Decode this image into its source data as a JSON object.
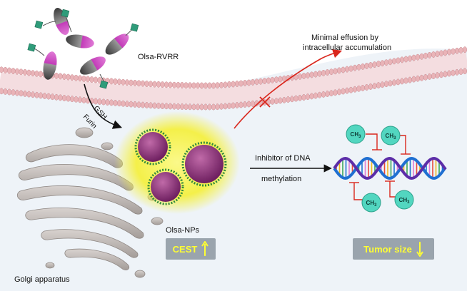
{
  "labels": {
    "prodrug": "Olsa-RVRR",
    "effusion_line1": "Minimal effusion by",
    "effusion_line2": "intracellular accumulation",
    "gsh": "GSH",
    "furin": "Furin",
    "inhibitor_line1": "Inhibitor of DNA",
    "inhibitor_line2": "methylation",
    "nanoparticles": "Olsa-NPs",
    "cest": "CEST",
    "tumor": "Tumor size",
    "golgi": "Golgi apparatus",
    "methyl": "CH3"
  },
  "colors": {
    "membrane": "#e9b4b8",
    "cytoplasm": "#eef3f8",
    "inhibit_arrow": "#d9261c",
    "nanoparticle_glow": "#f4f04a",
    "particle_core": "#8b2f7a",
    "particle_shell": "#2f8a3c",
    "methyl_ball": "#52d6c0",
    "dna_strand_1": "#1f6fd1",
    "dna_strand_2": "#5c2da8",
    "badge_bg": "#9aa4ad",
    "badge_text": "#ffff33"
  },
  "icons": {
    "up_arrow": "up-arrow-icon",
    "down_arrow": "down-arrow-icon",
    "block_mark": "x-mark-icon"
  }
}
